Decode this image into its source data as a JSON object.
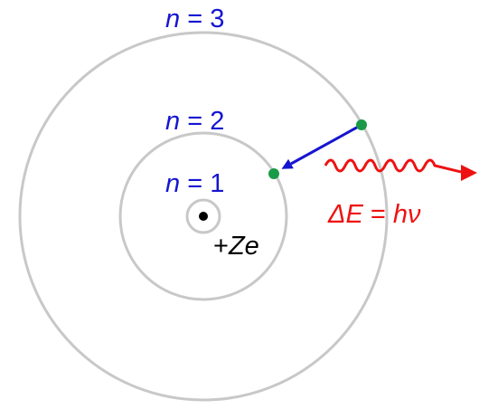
{
  "orbits": [
    {
      "label_n": "n",
      "label_eq": " = ",
      "label_num": "1"
    },
    {
      "label_n": "n",
      "label_eq": " = ",
      "label_num": "2"
    },
    {
      "label_n": "n",
      "label_eq": " = ",
      "label_num": "3"
    }
  ],
  "nucleus": {
    "charge_sign": "+",
    "charge_symbol": "Ze"
  },
  "photon": {
    "delta_e": "ΔE",
    "equals": " = ",
    "h": "h",
    "nu": "ν"
  },
  "colors": {
    "orbit": "#c8c8c8",
    "orbit_label": "#1515d0",
    "electron": "#1a9a48",
    "transition_arrow": "#1515d0",
    "photon": "#ee1111",
    "nucleus": "#000000"
  }
}
